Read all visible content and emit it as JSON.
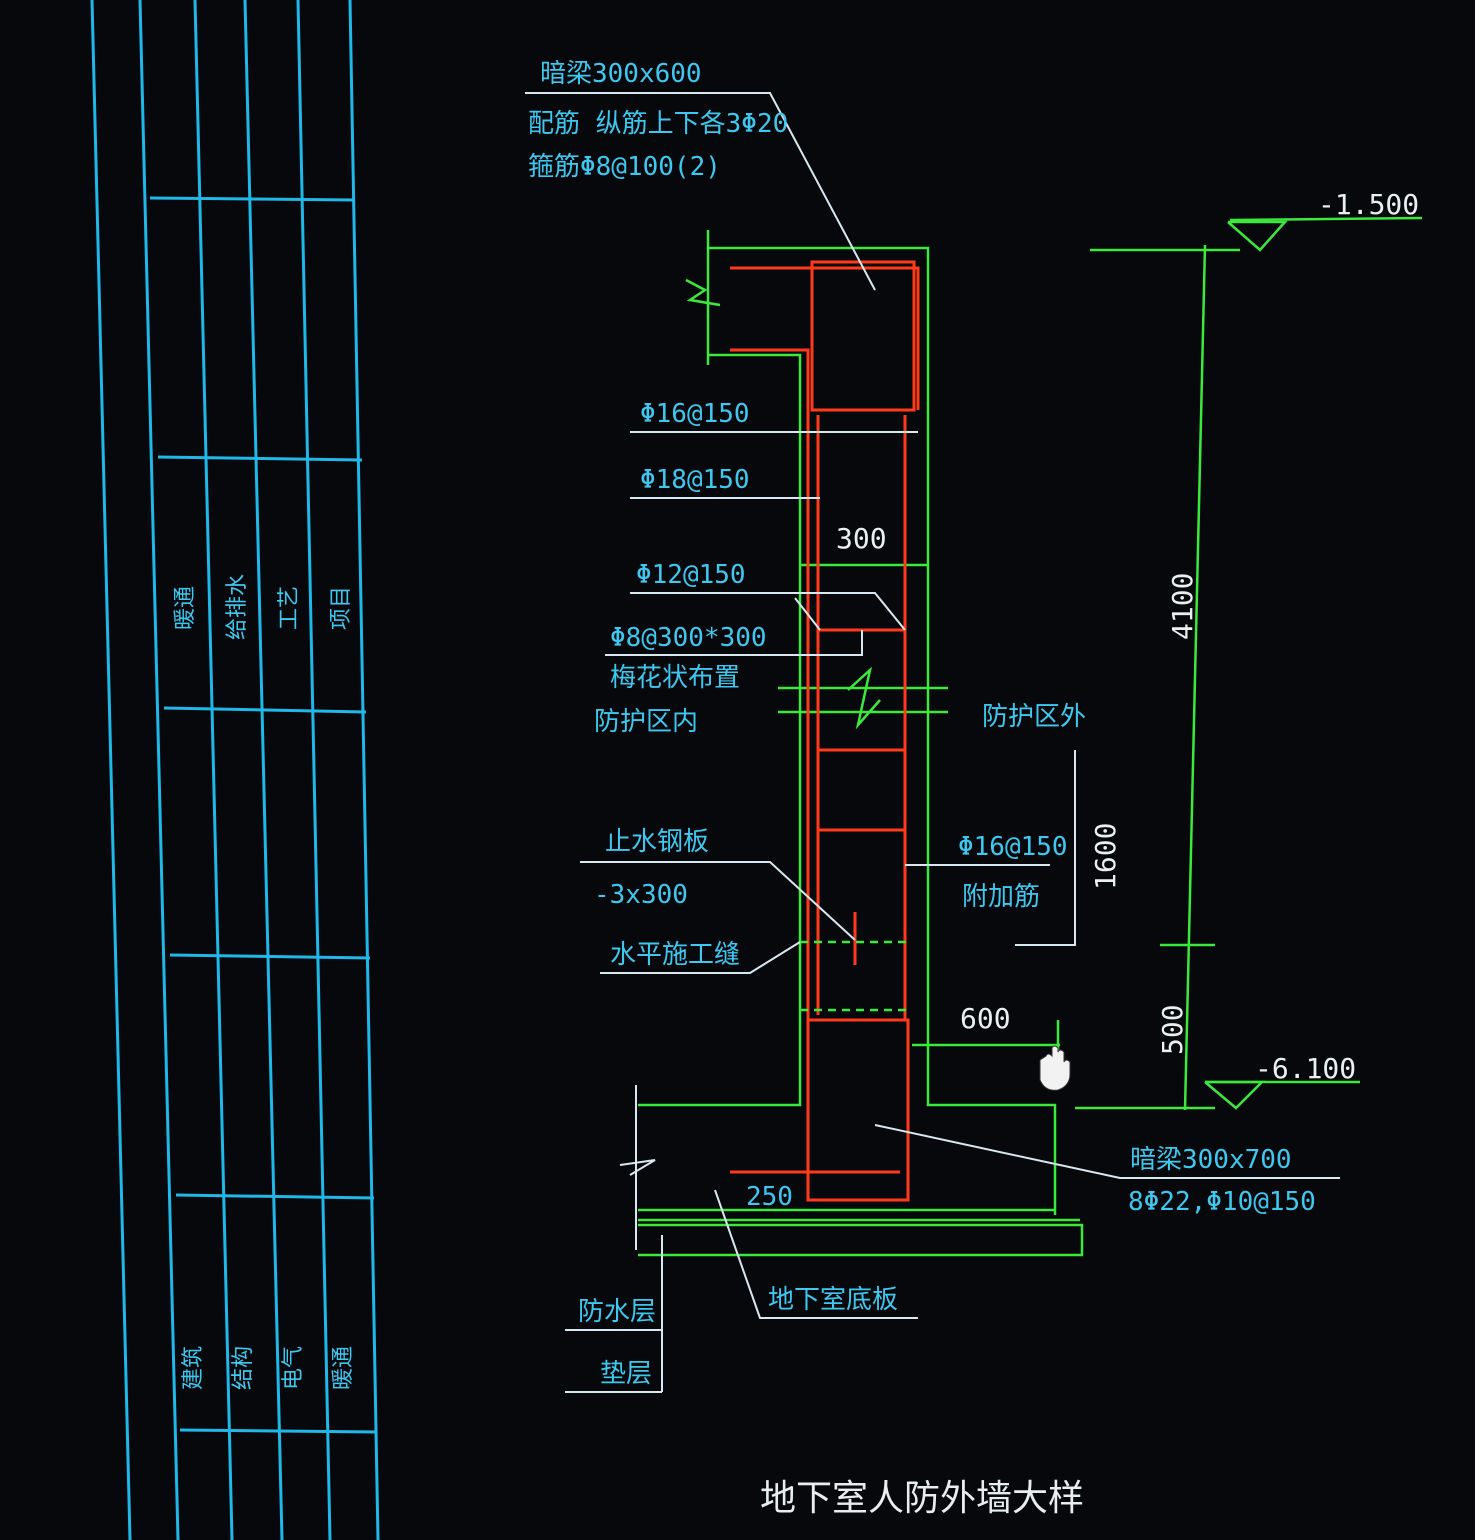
{
  "title": "地下室人防外墙大样",
  "title_block": {
    "upper_labels": [
      "暖通",
      "给排水",
      "工艺",
      "项目"
    ],
    "lower_labels": [
      "建筑",
      "结构",
      "电气",
      "暖通"
    ]
  },
  "annotations": {
    "top_beam": [
      "暗梁300x600",
      "配筋 纵筋上下各3Φ20",
      "箍筋Φ8@100(2)"
    ],
    "rebar_1": "Φ16@150",
    "rebar_2": "Φ18@150",
    "rebar_3": "Φ12@150",
    "tie_1": "Φ8@300*300",
    "tie_2": "梅花状布置",
    "inside": "防护区内",
    "outside": "防护区外",
    "waterstop_1": "止水钢板",
    "waterstop_2": "-3x300",
    "joint": "水平施工缝",
    "extra_1": "Φ16@150",
    "extra_2": "附加筋",
    "bottom_beam": [
      "暗梁300x700",
      "8Φ22,Φ10@150"
    ],
    "waterproof": "防水层",
    "cushion": "垫层",
    "slab": "地下室底板"
  },
  "dimensions": {
    "wall_thickness": "300",
    "height_total": "4100",
    "height_lower": "500",
    "extra_len": "1600",
    "footing_ext": "600",
    "slab_dim": "250",
    "elev_top": "-1.500",
    "elev_bottom": "-6.100"
  }
}
